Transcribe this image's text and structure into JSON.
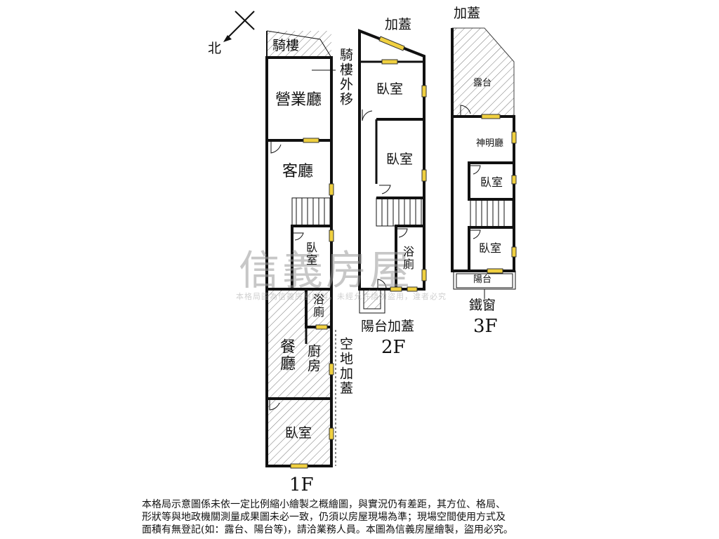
{
  "compass": {
    "label": "北"
  },
  "floor_1f": {
    "title": "1F",
    "arcade": "騎樓",
    "arcade_moved": "騎樓外移",
    "business_hall": "營業廳",
    "living_room": "客廳",
    "bedroom_small": "臥室",
    "bathroom": "浴廁",
    "dining_room": "餐廳",
    "kitchen": "廚房",
    "bedroom_rear": "臥室",
    "open_land_addition": "空地加蓋"
  },
  "floor_2f": {
    "title": "2F",
    "addition_top": "加蓋",
    "bedroom_front": "臥室",
    "bedroom_mid": "臥室",
    "bathroom": "浴廁",
    "balcony_addition": "陽台加蓋"
  },
  "floor_3f": {
    "title": "3F",
    "addition_top": "加蓋",
    "terrace": "露台",
    "shrine_room": "神明廳",
    "bedroom_upper": "臥室",
    "bedroom_lower": "臥室",
    "balcony": "陽台",
    "iron_window": "鐵窗"
  },
  "watermark": {
    "brand": "信義房屋",
    "notice": "本格局圖為信義房屋繪製，未經允許請勿盜用，違者必究"
  },
  "disclaimer": [
    "本格局示意圖係未依一定比例縮小繪製之概繪圖，與實況仍有差距，其方位、格局、",
    "形狀等與地政機關測量成果圖未必一致，仍須以房屋現場為準；現場空間使用方式及",
    "面積有無登記(如：露台、陽台等)，請洽業務人員。本圖為信義房屋繪製，盜用必究。"
  ]
}
